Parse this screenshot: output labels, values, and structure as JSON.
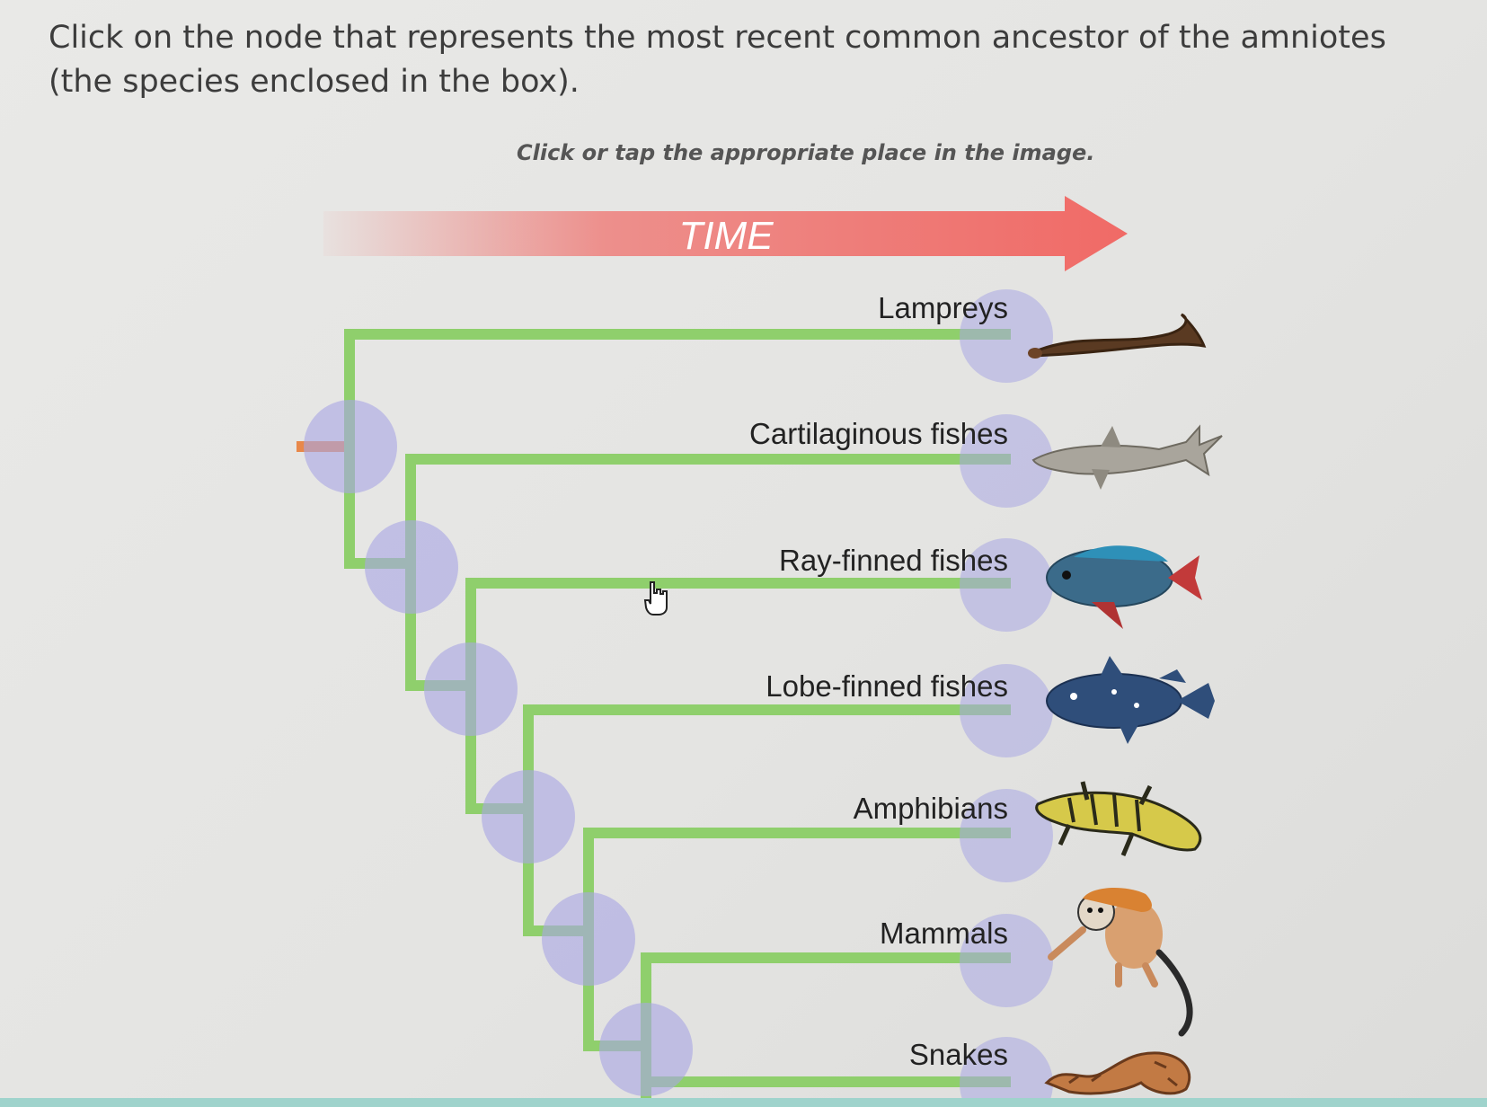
{
  "question": "Click on the node that represents the most recent common ancestor of the amniotes (the species enclosed in the box).",
  "instruction": "Click or tap the appropriate place in the image.",
  "time_label": "TIME",
  "colors": {
    "branch": "#8fcf6c",
    "node": "#a9a7e3",
    "root": "#e8884a",
    "time_arrow": "#f06a66"
  },
  "taxa": [
    {
      "label": "Lampreys",
      "icon": "lamprey-icon"
    },
    {
      "label": "Cartilaginous fishes",
      "icon": "shark-icon"
    },
    {
      "label": "Ray-finned fishes",
      "icon": "ray-finned-fish-icon"
    },
    {
      "label": "Lobe-finned fishes",
      "icon": "coelacanth-icon"
    },
    {
      "label": "Amphibians",
      "icon": "salamander-icon"
    },
    {
      "label": "Mammals",
      "icon": "monkey-icon"
    },
    {
      "label": "Snakes",
      "icon": "snake-icon"
    }
  ]
}
